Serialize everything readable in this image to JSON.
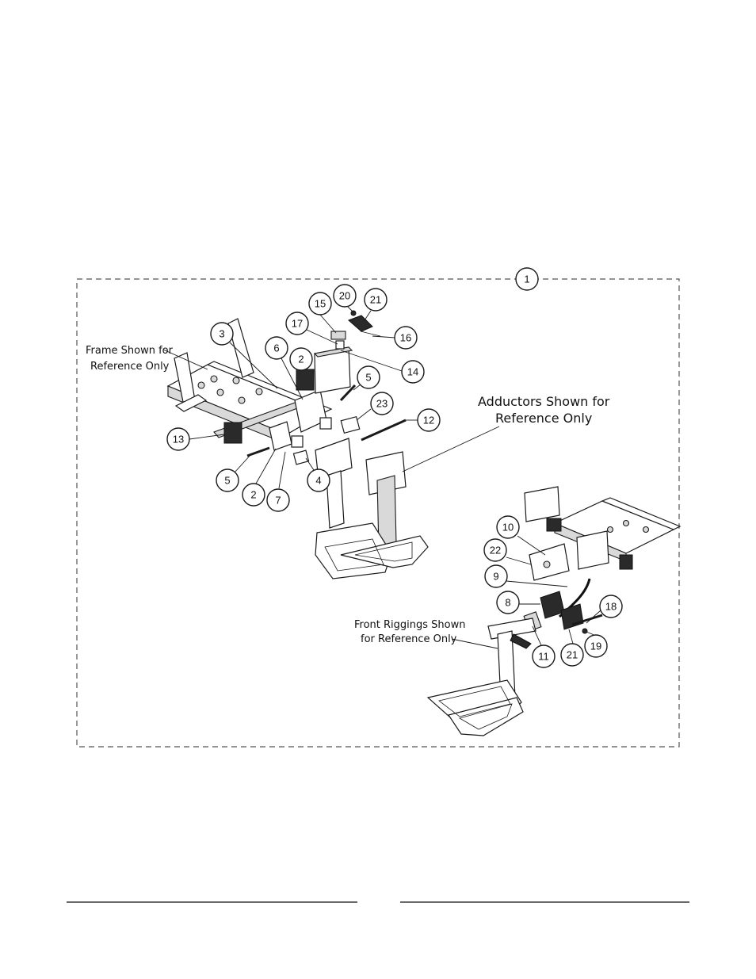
{
  "notes": {
    "frame": [
      "Frame Shown for",
      "Reference Only"
    ],
    "adductors": [
      "Adductors Shown for",
      "Reference Only"
    ],
    "front_riggings": [
      "Front Riggings Shown",
      "for Reference Only"
    ]
  },
  "callouts": [
    {
      "id": "c1",
      "label": "1"
    },
    {
      "id": "c20",
      "label": "20"
    },
    {
      "id": "c21a",
      "label": "21"
    },
    {
      "id": "c15",
      "label": "15"
    },
    {
      "id": "c17",
      "label": "17"
    },
    {
      "id": "c16",
      "label": "16"
    },
    {
      "id": "c3",
      "label": "3"
    },
    {
      "id": "c6",
      "label": "6"
    },
    {
      "id": "c2a",
      "label": "2"
    },
    {
      "id": "c14",
      "label": "14"
    },
    {
      "id": "c5a",
      "label": "5"
    },
    {
      "id": "c23",
      "label": "23"
    },
    {
      "id": "c12",
      "label": "12"
    },
    {
      "id": "c13",
      "label": "13"
    },
    {
      "id": "c4",
      "label": "4"
    },
    {
      "id": "c5b",
      "label": "5"
    },
    {
      "id": "c2b",
      "label": "2"
    },
    {
      "id": "c7",
      "label": "7"
    },
    {
      "id": "c10",
      "label": "10"
    },
    {
      "id": "c22",
      "label": "22"
    },
    {
      "id": "c9",
      "label": "9"
    },
    {
      "id": "c8",
      "label": "8"
    },
    {
      "id": "c18",
      "label": "18"
    },
    {
      "id": "c11",
      "label": "11"
    },
    {
      "id": "c21b",
      "label": "21"
    },
    {
      "id": "c19",
      "label": "19"
    }
  ]
}
